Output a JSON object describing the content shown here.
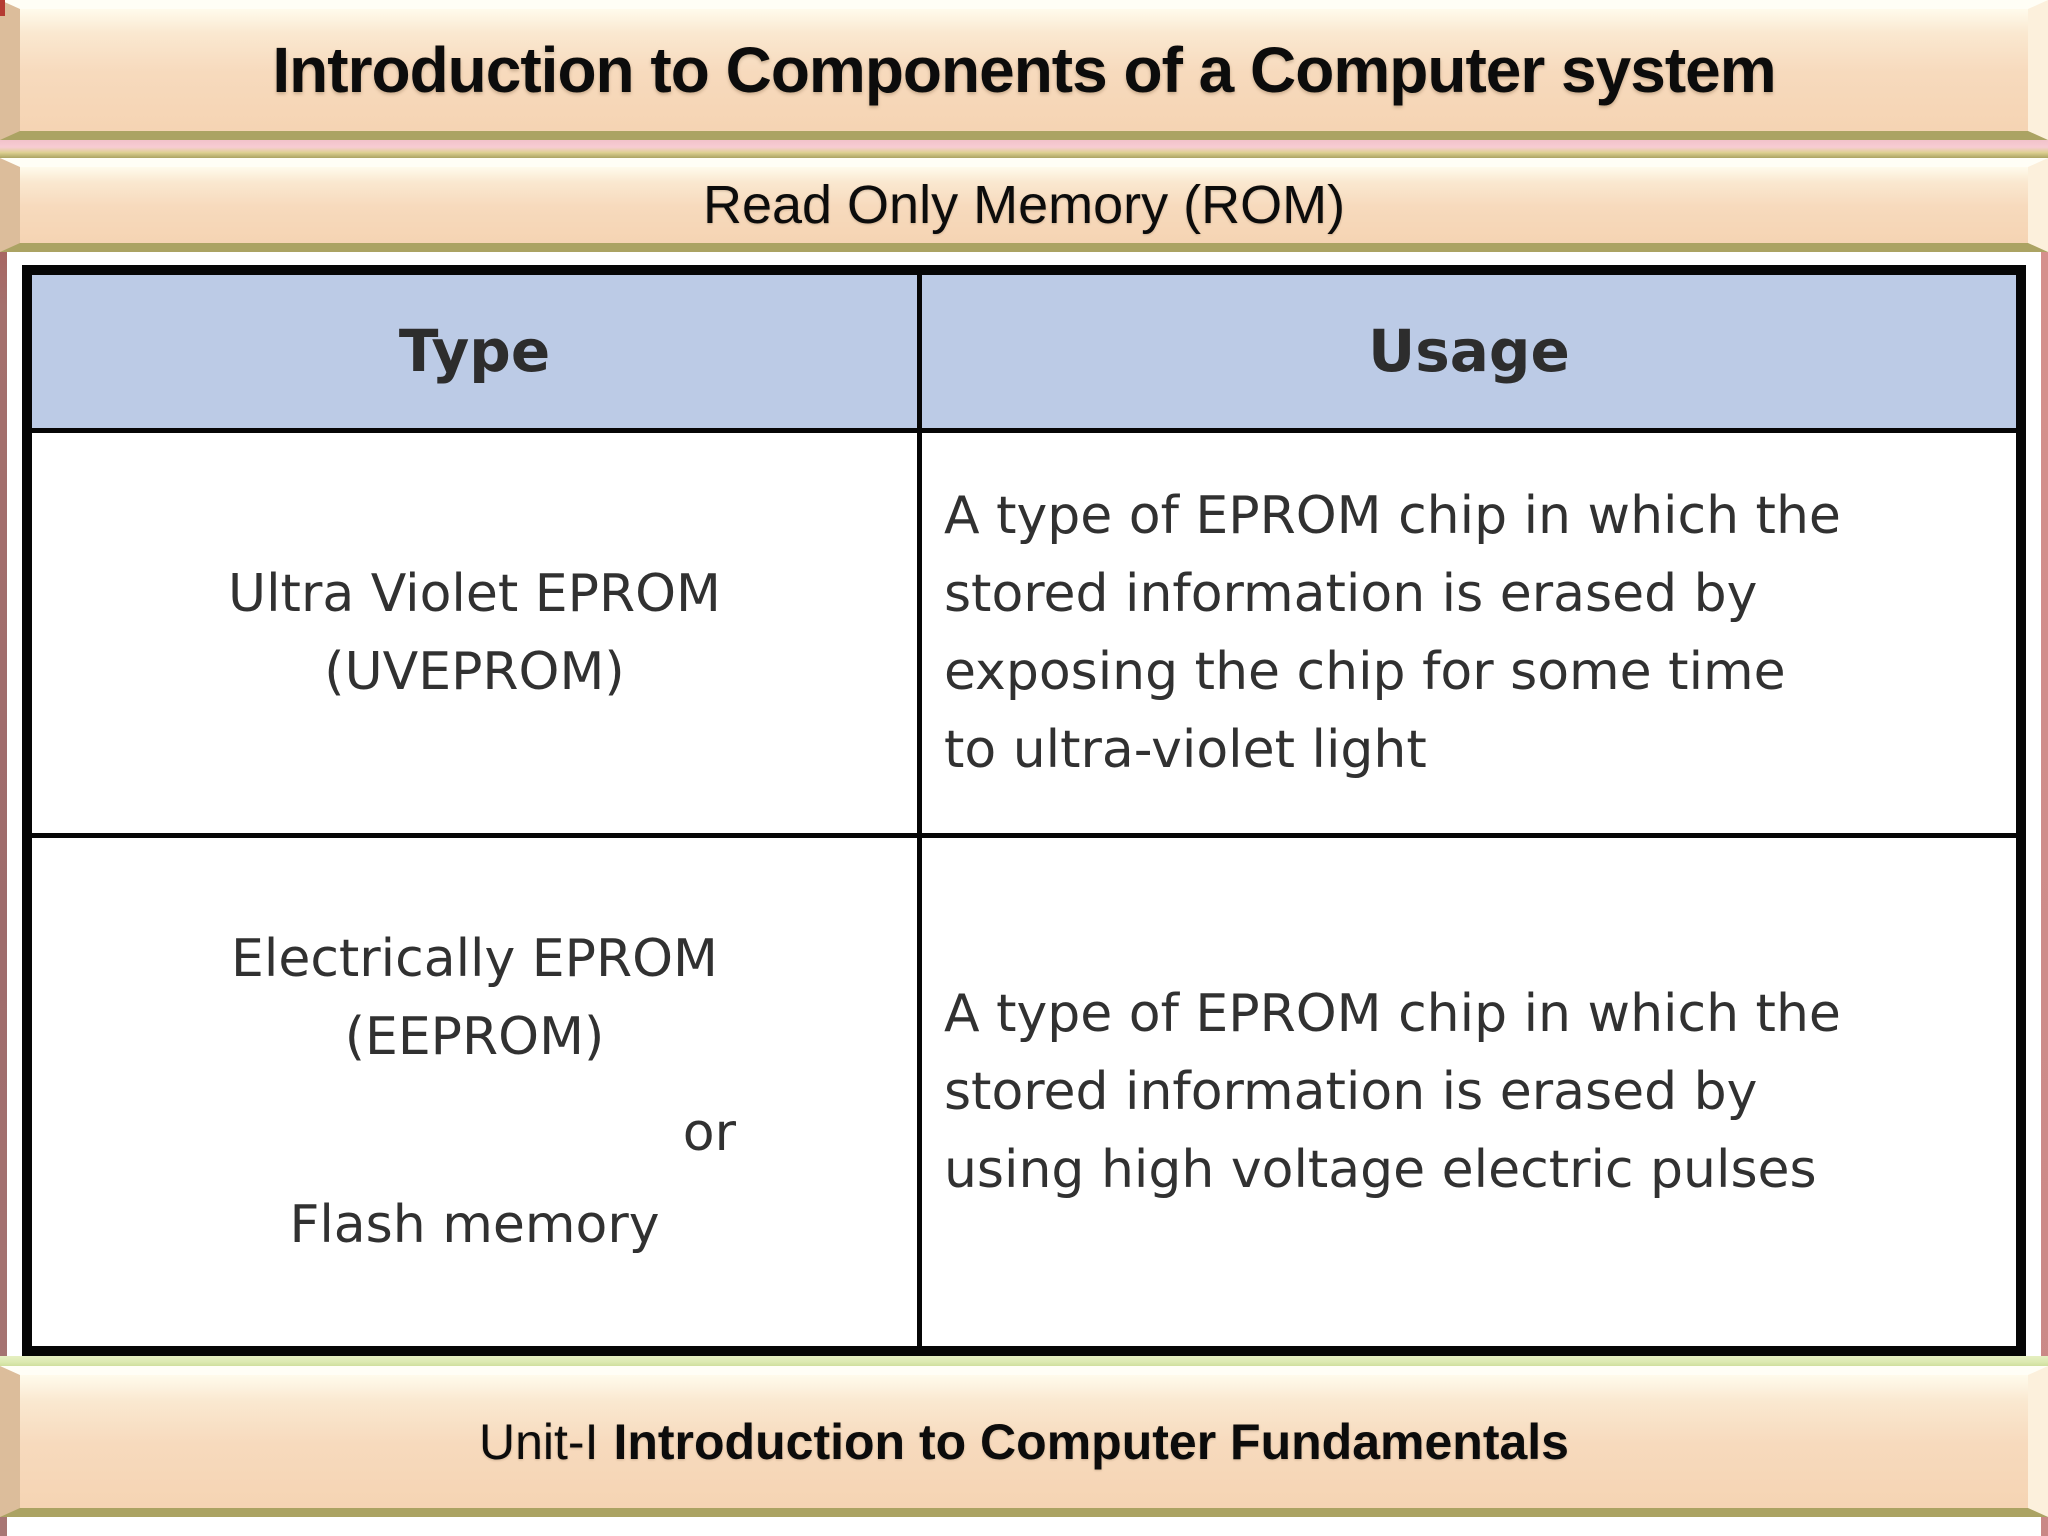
{
  "header": {
    "title": "Introduction to Components of a Computer system",
    "subtitle": "Read Only Memory (ROM)"
  },
  "table": {
    "columns": [
      "Type",
      "Usage"
    ],
    "rows": [
      {
        "type_lines": [
          "Ultra Violet EPROM",
          "(UVEPROM)"
        ],
        "usage_lines": [
          "A type of EPROM chip in which the",
          "stored information is erased by",
          "exposing the chip for some time",
          "to ultra-violet light"
        ]
      },
      {
        "type_lines": [
          "Electrically EPROM",
          "(EEPROM)",
          "or",
          "Flash memory"
        ],
        "usage_lines": [
          "A type of EPROM chip in which the",
          "stored information is erased by",
          "using high voltage electric pulses"
        ]
      }
    ]
  },
  "footer": {
    "unit": "Unit-I",
    "title_bold": "Introduction to Computer Fundamentals"
  },
  "colors": {
    "banner_peach": "#f5d4b3",
    "banner_highlight": "#fffef6",
    "banner_bevel_olive": "#aba363",
    "banner_gap_pink": "#f7ccd3",
    "table_header_blue": "#bccbe6",
    "table_border_black": "#060606",
    "footer_green_strip": "#dce9b0",
    "edge_left_red": "#b53b33",
    "edge_left_mauve": "#9e6b6b",
    "edge_right_pink": "#cf8d8b",
    "text_dark": "#313131"
  }
}
